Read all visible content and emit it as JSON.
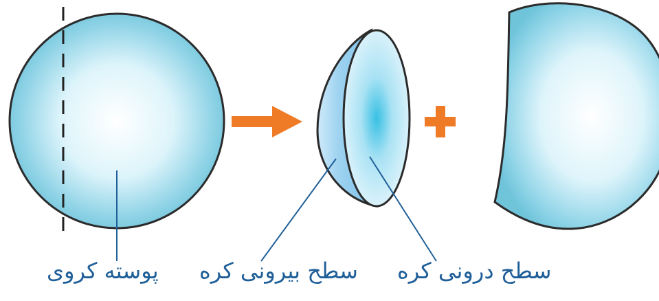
{
  "diagram": {
    "labels": {
      "spherical_shell": "پوسته کروی",
      "outer_surface": "سطح بیرونی کره",
      "inner_surface": "سطح درونی کره"
    },
    "symbols": {
      "plus": "+"
    },
    "colors": {
      "sphere_outline": "#2b2b2b",
      "sphere_center": "#ffffff",
      "sphere_mid": "#cfeff8",
      "sphere_edge": "#6ec3da",
      "cap_outer_face": "#89c7ef",
      "cap_inner_face": "#c9ecf9",
      "arrow": "#ef7b27",
      "leader_line": "#1f5f98",
      "label_text": "#1f5f98"
    },
    "icons": {
      "arrow": "right-arrow-icon",
      "plus": "plus-icon"
    }
  }
}
